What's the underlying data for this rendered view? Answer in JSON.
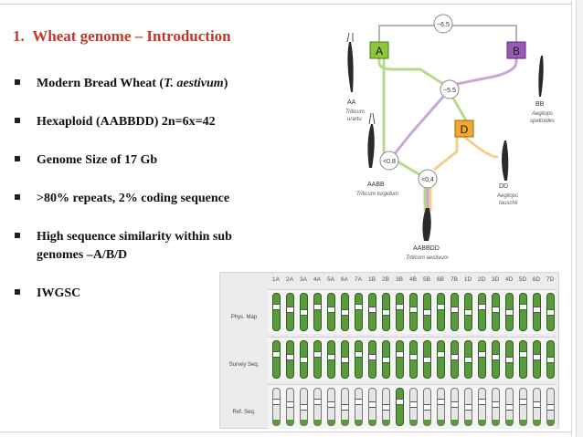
{
  "slide": {
    "title_number": "1.",
    "title_text": "Wheat genome – Introduction",
    "bullets": [
      {
        "pre": "Modern Bread Wheat (",
        "ital": "T. aestivum",
        "post": ")"
      },
      {
        "pre": "Hexaploid (AABBDD) 2n=6x=42",
        "ital": "",
        "post": ""
      },
      {
        "pre": "Genome Size of 17 Gb",
        "ital": "",
        "post": ""
      },
      {
        "pre": ">80% repeats, 2% coding sequence",
        "ital": "",
        "post": ""
      },
      {
        "pre": "High sequence similarity within sub",
        "ital": "",
        "post": ""
      },
      {
        "pre": "genomes –A/B/D",
        "ital": "",
        "post": ""
      },
      {
        "pre": "IWGSC",
        "ital": "",
        "post": ""
      }
    ]
  },
  "tree": {
    "times": [
      "~6.5",
      "~5.5",
      "<0.8",
      "<0,4"
    ],
    "genomes": [
      "A",
      "B",
      "D"
    ],
    "species": [
      {
        "code": "AA",
        "line1": "Triticum",
        "line2": "urartu"
      },
      {
        "code": "BB",
        "line1": "Aegilops",
        "line2": "speltoides"
      },
      {
        "code": "AABB",
        "line1": "Triticum turgidum",
        "line2": ""
      },
      {
        "code": "DD",
        "line1": "Aegilops",
        "line2": "tauschii"
      },
      {
        "code": "AABBDD",
        "line1": "Triticum aestivum",
        "line2": ""
      }
    ],
    "colors": {
      "A": "#8cc63f",
      "B": "#9b59b6",
      "D": "#f0a830",
      "line_a": "#b9d98a",
      "line_b": "#c9a6d6",
      "line_d": "#f3cf8a"
    }
  },
  "chromosomes": {
    "columns": [
      "1A",
      "2A",
      "3A",
      "4A",
      "5A",
      "6A",
      "7A",
      "1B",
      "2B",
      "3B",
      "4B",
      "5B",
      "6B",
      "7B",
      "1D",
      "2D",
      "3D",
      "4D",
      "5D",
      "6D",
      "7D"
    ],
    "rows": [
      "Phys. Map",
      "Survey Seq.",
      "Ref. Seq."
    ],
    "colors": {
      "filled": "#5a9a3c",
      "empty": "#e6e6e6",
      "outline": "#2f5f22"
    },
    "phys_map_done": [
      1,
      1,
      1,
      1,
      1,
      1,
      1,
      1,
      1,
      1,
      1,
      1,
      1,
      1,
      1,
      1,
      1,
      1,
      1,
      1,
      1
    ],
    "survey_done": [
      1,
      1,
      1,
      1,
      1,
      1,
      1,
      1,
      1,
      1,
      1,
      1,
      1,
      1,
      1,
      1,
      1,
      1,
      1,
      1,
      1
    ],
    "ref_seq_done": [
      0,
      0,
      0,
      0,
      0,
      0,
      0,
      0,
      0,
      1,
      0,
      0,
      0,
      0,
      0,
      0,
      0,
      0,
      0,
      0,
      0
    ]
  }
}
